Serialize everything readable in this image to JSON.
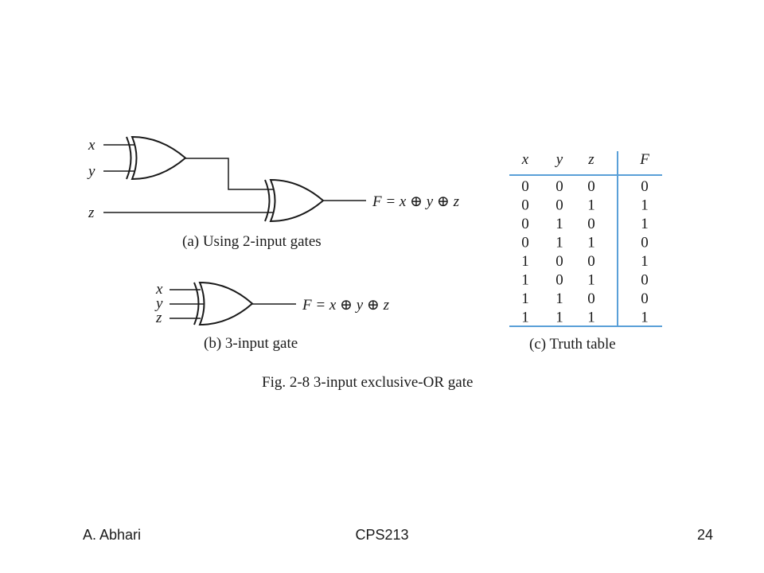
{
  "circuit_a": {
    "inputs": [
      "x",
      "y",
      "z"
    ],
    "output_label": "F = x ⊕ y ⊕ z",
    "caption": "(a) Using 2-input gates"
  },
  "circuit_b": {
    "inputs": [
      "x",
      "y",
      "z"
    ],
    "output_label": "F = x ⊕ y ⊕ z",
    "caption": "(b) 3-input gate"
  },
  "truth_table": {
    "headers": [
      "x",
      "y",
      "z",
      "F"
    ],
    "rows": [
      [
        "0",
        "0",
        "0",
        "0"
      ],
      [
        "0",
        "0",
        "1",
        "1"
      ],
      [
        "0",
        "1",
        "0",
        "1"
      ],
      [
        "0",
        "1",
        "1",
        "0"
      ],
      [
        "1",
        "0",
        "0",
        "1"
      ],
      [
        "1",
        "0",
        "1",
        "0"
      ],
      [
        "1",
        "1",
        "0",
        "0"
      ],
      [
        "1",
        "1",
        "1",
        "1"
      ]
    ],
    "caption": "(c) Truth table",
    "line_color": "#5aa0d8"
  },
  "figure_caption": "Fig. 2-8  3-input exclusive-OR gate",
  "footer": {
    "author": "A. Abhari",
    "course": "CPS213",
    "page_number": "24"
  }
}
